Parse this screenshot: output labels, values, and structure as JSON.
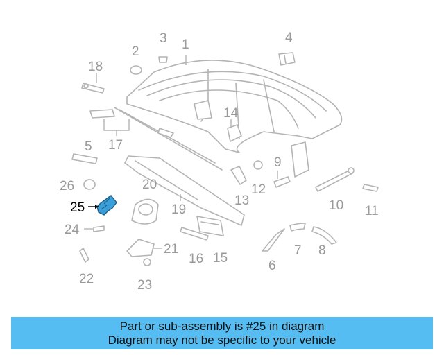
{
  "diagram": {
    "highlighted_part": "25",
    "callouts": {
      "c1": "1",
      "c2": "2",
      "c3": "3",
      "c4": "4",
      "c5": "5",
      "c6": "6",
      "c7": "7",
      "c8": "8",
      "c9": "9",
      "c10": "10",
      "c11": "11",
      "c12": "12",
      "c13": "13",
      "c14": "14",
      "c15": "15",
      "c16": "16",
      "c17": "17",
      "c18": "18",
      "c19": "19",
      "c20": "20",
      "c21": "21",
      "c22": "22",
      "c23": "23",
      "c24": "24",
      "c25": "25",
      "c26": "26"
    },
    "colors": {
      "highlight": "#3a9fd8",
      "banner": "#55bdf2",
      "line": "#b4b4b4"
    }
  },
  "banner": {
    "line1": "Part or sub-assembly is #25 in diagram",
    "line2": "Diagram may not be specific to your vehicle"
  }
}
